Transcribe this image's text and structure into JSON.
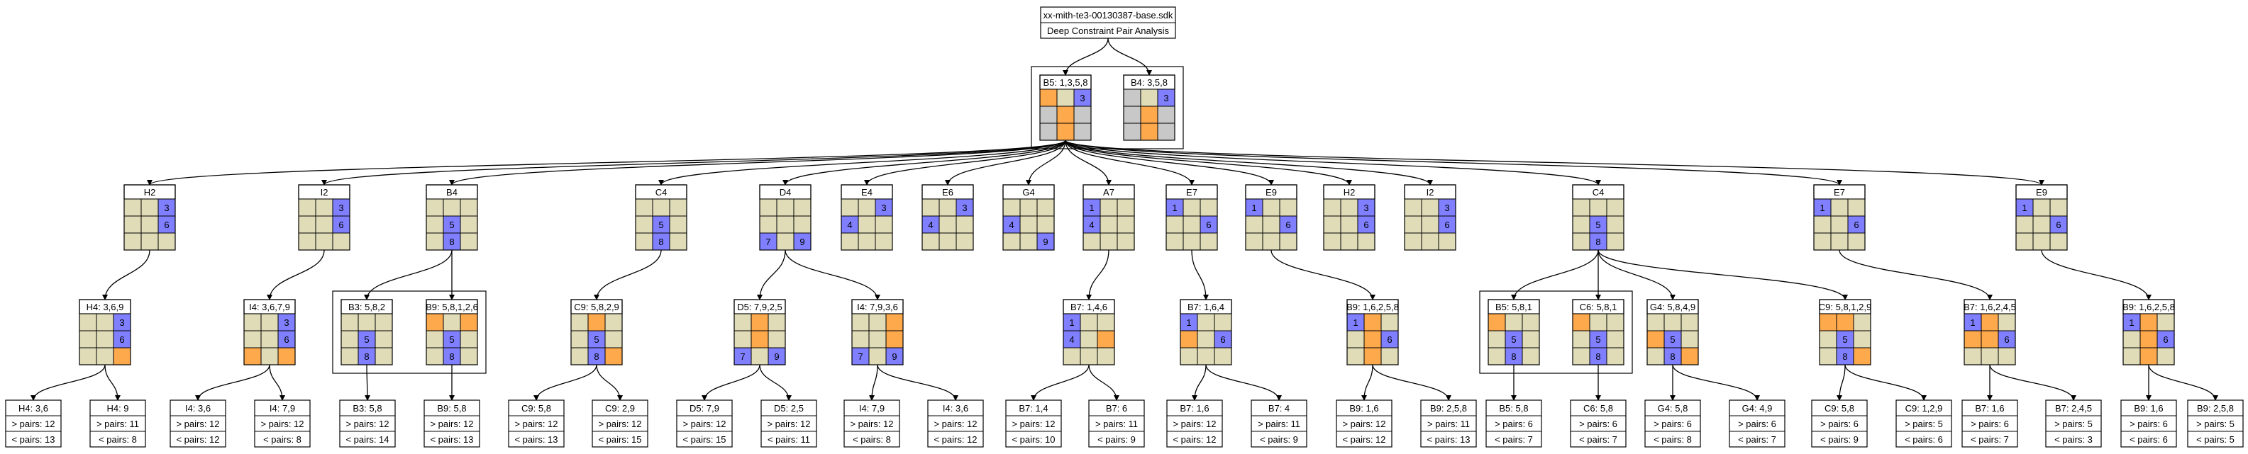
{
  "title": {
    "file": "xx-mith-te3-00130387-base.sdk",
    "subtitle": "Deep Constraint Pair Analysis"
  },
  "colors": {
    "empty": "#e0dcb8",
    "blue": "#7f7fff",
    "orange": "#ffa94d",
    "gray": "#c8c8c8"
  },
  "nodes": [
    {
      "id": "r1",
      "label": "B5: 1,3,5,8",
      "type": "grid",
      "cells": [
        "o",
        "",
        "b3",
        "g",
        "o",
        "g",
        "g",
        "o",
        "g"
      ]
    },
    {
      "id": "r2",
      "label": "B4: 3,5,8",
      "type": "grid",
      "cells": [
        "g",
        "",
        "b3",
        "g",
        "o",
        "g",
        "g",
        "o",
        "g"
      ]
    },
    {
      "id": "a1",
      "label": "H2",
      "type": "grid",
      "cells": [
        "",
        "",
        "b3",
        "",
        "",
        "b6",
        "",
        "",
        ""
      ]
    },
    {
      "id": "a2",
      "label": "I2",
      "type": "grid",
      "cells": [
        "",
        "",
        "b3",
        "",
        "",
        "b6",
        "",
        "",
        ""
      ]
    },
    {
      "id": "a3",
      "label": "B4",
      "type": "grid",
      "cells": [
        "",
        "",
        "",
        "",
        "b5",
        "",
        "",
        "b8",
        ""
      ]
    },
    {
      "id": "a4",
      "label": "C4",
      "type": "grid",
      "cells": [
        "",
        "",
        "",
        "",
        "b5",
        "",
        "",
        "b8",
        ""
      ]
    },
    {
      "id": "a5",
      "label": "D4",
      "type": "grid",
      "cells": [
        "",
        "",
        "",
        "",
        "",
        "",
        "b7",
        "",
        "b9"
      ]
    },
    {
      "id": "a6",
      "label": "E4",
      "type": "grid",
      "cells": [
        "",
        "",
        "b3",
        "b4",
        "",
        "",
        "",
        "",
        ""
      ]
    },
    {
      "id": "a7",
      "label": "E6",
      "type": "grid",
      "cells": [
        "",
        "",
        "b3",
        "b4",
        "",
        "",
        "",
        "",
        ""
      ]
    },
    {
      "id": "a8",
      "label": "G4",
      "type": "grid",
      "cells": [
        "",
        "",
        "",
        "b4",
        "",
        "",
        "",
        "",
        "b9"
      ]
    },
    {
      "id": "a9",
      "label": "A7",
      "type": "grid",
      "cells": [
        "b1",
        "",
        "",
        "b4",
        "",
        "",
        "",
        "",
        ""
      ]
    },
    {
      "id": "a10",
      "label": "E7",
      "type": "grid",
      "cells": [
        "b1",
        "",
        "",
        "",
        "",
        "b6",
        "",
        "",
        ""
      ]
    },
    {
      "id": "a11",
      "label": "E9",
      "type": "grid",
      "cells": [
        "b1",
        "",
        "",
        "",
        "",
        "b6",
        "",
        "",
        ""
      ]
    },
    {
      "id": "a12",
      "label": "H2",
      "type": "grid",
      "cells": [
        "",
        "",
        "b3",
        "",
        "",
        "b6",
        "",
        "",
        ""
      ]
    },
    {
      "id": "a13",
      "label": "I2",
      "type": "grid",
      "cells": [
        "",
        "",
        "b3",
        "",
        "",
        "b6",
        "",
        "",
        ""
      ]
    },
    {
      "id": "a14",
      "label": "C4",
      "type": "grid",
      "cells": [
        "",
        "",
        "",
        "",
        "b5",
        "",
        "",
        "b8",
        ""
      ]
    },
    {
      "id": "a15",
      "label": "E7",
      "type": "grid",
      "cells": [
        "b1",
        "",
        "",
        "",
        "",
        "b6",
        "",
        "",
        ""
      ]
    },
    {
      "id": "a16",
      "label": "E9",
      "type": "grid",
      "cells": [
        "b1",
        "",
        "",
        "",
        "",
        "b6",
        "",
        "",
        ""
      ]
    },
    {
      "id": "b1",
      "label": "H4: 3,6,9",
      "type": "grid",
      "cells": [
        "",
        "",
        "b3",
        "",
        "",
        "b6",
        "",
        "",
        "o"
      ]
    },
    {
      "id": "b2",
      "label": "I4: 3,6,7,9",
      "type": "grid",
      "cells": [
        "",
        "",
        "b3",
        "",
        "",
        "b6",
        "o",
        "",
        "o"
      ]
    },
    {
      "id": "b3",
      "label": "B3: 5,8,2",
      "type": "grid",
      "cells": [
        "",
        "",
        "",
        "",
        "b5",
        "",
        "",
        "b8",
        ""
      ]
    },
    {
      "id": "b4",
      "label": "B9: 5,8,1,2,6",
      "type": "grid",
      "cells": [
        "o",
        "",
        "o",
        "",
        "b5",
        "",
        "",
        "b8",
        ""
      ]
    },
    {
      "id": "b5",
      "label": "C9: 5,8,2,9",
      "type": "grid",
      "cells": [
        "",
        "o",
        "",
        "",
        "b5",
        "",
        "",
        "b8",
        "o"
      ]
    },
    {
      "id": "b6",
      "label": "D5: 7,9,2,5",
      "type": "grid",
      "cells": [
        "",
        "o",
        "",
        "",
        "o",
        "",
        "b7",
        "",
        "b9"
      ]
    },
    {
      "id": "b7",
      "label": "I4: 7,9,3,6",
      "type": "grid",
      "cells": [
        "",
        "",
        "o",
        "",
        "",
        "o",
        "b7",
        "",
        "b9"
      ]
    },
    {
      "id": "b8",
      "label": "B7: 1,4,6",
      "type": "grid",
      "cells": [
        "b1",
        "",
        "",
        "b4",
        "",
        "o",
        "",
        "",
        ""
      ]
    },
    {
      "id": "b9",
      "label": "B7: 1,6,4",
      "type": "grid",
      "cells": [
        "b1",
        "",
        "",
        "o",
        "",
        "b6",
        "",
        "",
        ""
      ]
    },
    {
      "id": "b10",
      "label": "B9: 1,6,2,5,8",
      "type": "grid",
      "cells": [
        "b1",
        "o",
        "",
        "",
        "o",
        "b6",
        "",
        "o",
        ""
      ]
    },
    {
      "id": "b11",
      "label": "B5: 5,8,1",
      "type": "grid",
      "cells": [
        "o",
        "",
        "",
        "",
        "b5",
        "",
        "",
        "b8",
        ""
      ]
    },
    {
      "id": "b12",
      "label": "C6: 5,8,1",
      "type": "grid",
      "cells": [
        "o",
        "",
        "",
        "",
        "b5",
        "",
        "",
        "b8",
        ""
      ]
    },
    {
      "id": "b13",
      "label": "G4: 5,8,4,9",
      "type": "grid",
      "cells": [
        "",
        "",
        "",
        "o",
        "b5",
        "",
        "",
        "b8",
        "o"
      ]
    },
    {
      "id": "b14",
      "label": "C9: 5,8,1,2,9",
      "type": "grid",
      "cells": [
        "o",
        "o",
        "",
        "",
        "b5",
        "",
        "",
        "b8",
        "o"
      ]
    },
    {
      "id": "b15",
      "label": "B7: 1,6,2,4,5",
      "type": "grid",
      "cells": [
        "b1",
        "o",
        "",
        "o",
        "o",
        "b6",
        "",
        "",
        ""
      ]
    },
    {
      "id": "b16",
      "label": "B9: 1,6,2,5,8",
      "type": "grid",
      "cells": [
        "b1",
        "o",
        "",
        "",
        "o",
        "b6",
        "",
        "o",
        ""
      ]
    },
    {
      "id": "c1",
      "label": "H4: 3,6",
      "type": "leaf",
      "gt": "> pairs: 12",
      "lt": "< pairs: 13"
    },
    {
      "id": "c2",
      "label": "H4: 9",
      "type": "leaf",
      "gt": "> pairs: 11",
      "lt": "< pairs: 8"
    },
    {
      "id": "c3",
      "label": "I4: 3,6",
      "type": "leaf",
      "gt": "> pairs: 12",
      "lt": "< pairs: 12"
    },
    {
      "id": "c4",
      "label": "I4: 7,9",
      "type": "leaf",
      "gt": "> pairs: 12",
      "lt": "< pairs: 8"
    },
    {
      "id": "c5",
      "label": "B3: 5,8",
      "type": "leaf",
      "gt": "> pairs: 12",
      "lt": "< pairs: 14"
    },
    {
      "id": "c6",
      "label": "B9: 5,8",
      "type": "leaf",
      "gt": "> pairs: 12",
      "lt": "< pairs: 13"
    },
    {
      "id": "c7",
      "label": "C9: 5,8",
      "type": "leaf",
      "gt": "> pairs: 12",
      "lt": "< pairs: 13"
    },
    {
      "id": "c8",
      "label": "C9: 2,9",
      "type": "leaf",
      "gt": "> pairs: 12",
      "lt": "< pairs: 15"
    },
    {
      "id": "c9",
      "label": "D5: 7,9",
      "type": "leaf",
      "gt": "> pairs: 12",
      "lt": "< pairs: 15"
    },
    {
      "id": "c10",
      "label": "D5: 2,5",
      "type": "leaf",
      "gt": "> pairs: 12",
      "lt": "< pairs: 11"
    },
    {
      "id": "c11",
      "label": "I4: 7,9",
      "type": "leaf",
      "gt": "> pairs: 12",
      "lt": "< pairs: 8"
    },
    {
      "id": "c12",
      "label": "I4: 3,6",
      "type": "leaf",
      "gt": "> pairs: 12",
      "lt": "< pairs: 12"
    },
    {
      "id": "c13",
      "label": "B7: 1,4",
      "type": "leaf",
      "gt": "> pairs: 12",
      "lt": "< pairs: 10"
    },
    {
      "id": "c14",
      "label": "B7: 6",
      "type": "leaf",
      "gt": "> pairs: 11",
      "lt": "< pairs: 9"
    },
    {
      "id": "c15",
      "label": "B7: 1,6",
      "type": "leaf",
      "gt": "> pairs: 12",
      "lt": "< pairs: 12"
    },
    {
      "id": "c16",
      "label": "B7: 4",
      "type": "leaf",
      "gt": "> pairs: 11",
      "lt": "< pairs: 9"
    },
    {
      "id": "c17",
      "label": "B9: 1,6",
      "type": "leaf",
      "gt": "> pairs: 12",
      "lt": "< pairs: 12"
    },
    {
      "id": "c18",
      "label": "B9: 2,5,8",
      "type": "leaf",
      "gt": "> pairs: 11",
      "lt": "< pairs: 13"
    },
    {
      "id": "c19",
      "label": "B5: 5,8",
      "type": "leaf",
      "gt": "> pairs: 6",
      "lt": "< pairs: 7"
    },
    {
      "id": "c20",
      "label": "C6: 5,8",
      "type": "leaf",
      "gt": "> pairs: 6",
      "lt": "< pairs: 7"
    },
    {
      "id": "c21",
      "label": "G4: 5,8",
      "type": "leaf",
      "gt": "> pairs: 6",
      "lt": "< pairs: 8"
    },
    {
      "id": "c22",
      "label": "G4: 4,9",
      "type": "leaf",
      "gt": "> pairs: 6",
      "lt": "< pairs: 7"
    },
    {
      "id": "c23",
      "label": "C9: 5,8",
      "type": "leaf",
      "gt": "> pairs: 6",
      "lt": "< pairs: 9"
    },
    {
      "id": "c24",
      "label": "C9: 1,2,9",
      "type": "leaf",
      "gt": "> pairs: 5",
      "lt": "< pairs: 6"
    },
    {
      "id": "c25",
      "label": "B7: 1,6",
      "type": "leaf",
      "gt": "> pairs: 6",
      "lt": "< pairs: 7"
    },
    {
      "id": "c26",
      "label": "B7: 2,4,5",
      "type": "leaf",
      "gt": "> pairs: 5",
      "lt": "< pairs: 3"
    },
    {
      "id": "c27",
      "label": "B9: 1,6",
      "type": "leaf",
      "gt": "> pairs: 6",
      "lt": "< pairs: 6"
    },
    {
      "id": "c28",
      "label": "B9: 2,5,8",
      "type": "leaf",
      "gt": "> pairs: 5",
      "lt": "< pairs: 5"
    }
  ],
  "edges": [
    [
      "title",
      "r1"
    ],
    [
      "title",
      "r2"
    ],
    [
      "r1",
      "a1"
    ],
    [
      "r1",
      "a2"
    ],
    [
      "r1",
      "a3"
    ],
    [
      "r1",
      "a4"
    ],
    [
      "r1",
      "a5"
    ],
    [
      "r1",
      "a6"
    ],
    [
      "r1",
      "a7"
    ],
    [
      "r1",
      "a8"
    ],
    [
      "r1",
      "a9"
    ],
    [
      "r1",
      "a10"
    ],
    [
      "r1",
      "a11"
    ],
    [
      "r1",
      "a12"
    ],
    [
      "r1",
      "a13"
    ],
    [
      "r1",
      "a14"
    ],
    [
      "r1",
      "a15"
    ],
    [
      "r1",
      "a16"
    ],
    [
      "a1",
      "b1"
    ],
    [
      "a2",
      "b2"
    ],
    [
      "a3",
      "b3"
    ],
    [
      "a3",
      "b4"
    ],
    [
      "a4",
      "b5"
    ],
    [
      "a5",
      "b6"
    ],
    [
      "a5",
      "b7"
    ],
    [
      "a9",
      "b8"
    ],
    [
      "a10",
      "b9"
    ],
    [
      "a11",
      "b10"
    ],
    [
      "a14",
      "b11"
    ],
    [
      "a14",
      "b12"
    ],
    [
      "a14",
      "b13"
    ],
    [
      "a14",
      "b14"
    ],
    [
      "a15",
      "b15"
    ],
    [
      "a16",
      "b16"
    ],
    [
      "b1",
      "c1"
    ],
    [
      "b1",
      "c2"
    ],
    [
      "b2",
      "c3"
    ],
    [
      "b2",
      "c4"
    ],
    [
      "b3",
      "c5"
    ],
    [
      "b4",
      "c6"
    ],
    [
      "b5",
      "c7"
    ],
    [
      "b5",
      "c8"
    ],
    [
      "b6",
      "c9"
    ],
    [
      "b6",
      "c10"
    ],
    [
      "b7",
      "c11"
    ],
    [
      "b7",
      "c12"
    ],
    [
      "b8",
      "c13"
    ],
    [
      "b8",
      "c14"
    ],
    [
      "b9",
      "c15"
    ],
    [
      "b9",
      "c16"
    ],
    [
      "b10",
      "c17"
    ],
    [
      "b10",
      "c18"
    ],
    [
      "b11",
      "c19"
    ],
    [
      "b12",
      "c20"
    ],
    [
      "b13",
      "c21"
    ],
    [
      "b13",
      "c22"
    ],
    [
      "b14",
      "c23"
    ],
    [
      "b14",
      "c24"
    ],
    [
      "b15",
      "c25"
    ],
    [
      "b15",
      "c26"
    ],
    [
      "b16",
      "c27"
    ],
    [
      "b16",
      "c28"
    ]
  ],
  "clusters": [
    [
      "r1",
      "r2"
    ],
    [
      "b3",
      "b4"
    ],
    [
      "b11",
      "b12"
    ]
  ]
}
